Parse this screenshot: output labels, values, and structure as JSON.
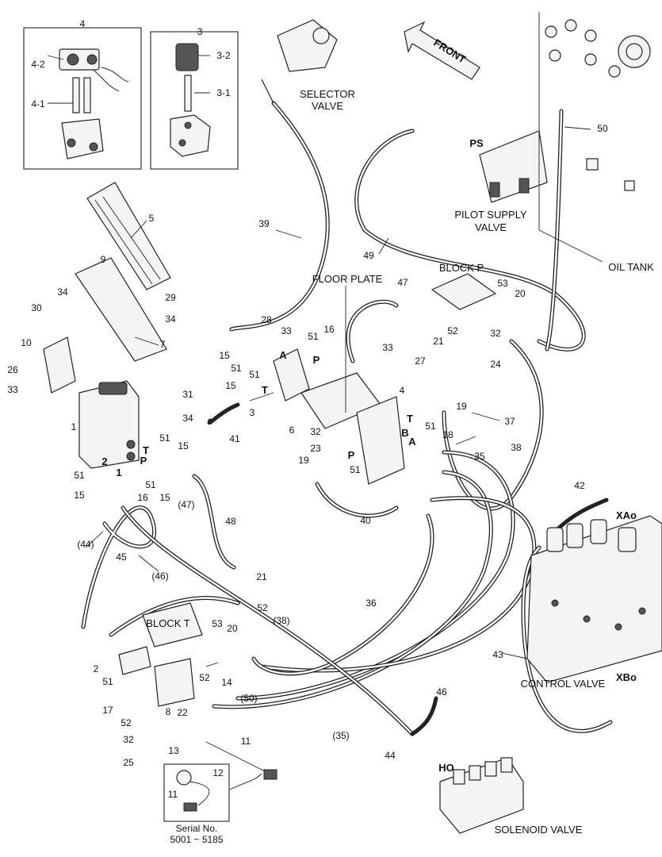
{
  "components": {
    "selector_valve": [
      "SELECTOR",
      "VALVE"
    ],
    "pilot_supply_valve": [
      "PILOT SUPPLY",
      "VALVE"
    ],
    "oil_tank": "OIL TANK",
    "floor_plate": "FLOOR PLATE",
    "block_p": "BLOCK  P",
    "block_t": "BLOCK  T",
    "control_valve": "CONTROL VALVE",
    "solenoid_valve": "SOLENOID VALVE",
    "front": "FRONT"
  },
  "ports": {
    "ps": "PS",
    "xao": "XAo",
    "xbo": "XBo",
    "ho": "HO"
  },
  "serial_note": [
    "Serial No.",
    "5001 ~ 5185"
  ],
  "callouts": {
    "c4": "4",
    "c4_2": "4-2",
    "c4_1": "4-1",
    "c3": "3",
    "c3_2": "3-2",
    "c3_1": "3-1",
    "c5": "5",
    "c9": "9",
    "c29": "29",
    "c34a": "34",
    "c30": "30",
    "c34b": "34",
    "c10": "10",
    "c7": "7",
    "c26": "26",
    "c33a": "33",
    "c31": "31",
    "c34c": "34",
    "c1": "1",
    "c51a": "51",
    "c15a": "15",
    "cT1": "T",
    "cP1": "P",
    "c2b": "2",
    "c1b": "1",
    "c51b": "51",
    "c51c": "51",
    "c15b": "15",
    "c16a": "16",
    "c15c": "15",
    "c47p": "(47)",
    "c44p": "(44)",
    "c48": "48",
    "c45": "45",
    "c46p": "(46)",
    "c39": "39",
    "c49": "49",
    "c50": "50",
    "c28": "28",
    "c33b": "33",
    "c51d": "51",
    "c16b": "16",
    "cA1": "A",
    "cP2": "P",
    "c15d": "15",
    "c51e": "51",
    "c51f": "51",
    "c15e": "15",
    "cT2": "T",
    "c3b": "3",
    "c41": "41",
    "c6": "6",
    "c47": "47",
    "c53a": "53",
    "c20a": "20",
    "c52a": "52",
    "c21a": "21",
    "c32a": "32",
    "c24": "24",
    "c33c": "33",
    "c27": "27",
    "c4b": "4",
    "c19a": "19",
    "cT3": "T",
    "cB": "B",
    "c51g": "51",
    "c18": "18",
    "cA2": "A",
    "c37": "37",
    "c32b": "32",
    "c23": "23",
    "cP3": "P",
    "c19b": "19",
    "c51h": "51",
    "c35": "35",
    "c38": "38",
    "c40": "40",
    "c21b": "21",
    "c52b": "52",
    "c38p": "(38)",
    "c36": "36",
    "c42": "42",
    "c43": "43",
    "c2": "2",
    "c53b": "53",
    "c20b": "20",
    "c14": "14",
    "c50p": "(50)",
    "c51i": "51",
    "c52c": "52",
    "c17": "17",
    "c8": "8",
    "c52d": "52",
    "c22": "22",
    "c32c": "32",
    "c25": "25",
    "c13": "13",
    "c11": "11",
    "c35p": "(35)",
    "c44": "44",
    "c46": "46",
    "c12": "12",
    "c11b": "11"
  }
}
